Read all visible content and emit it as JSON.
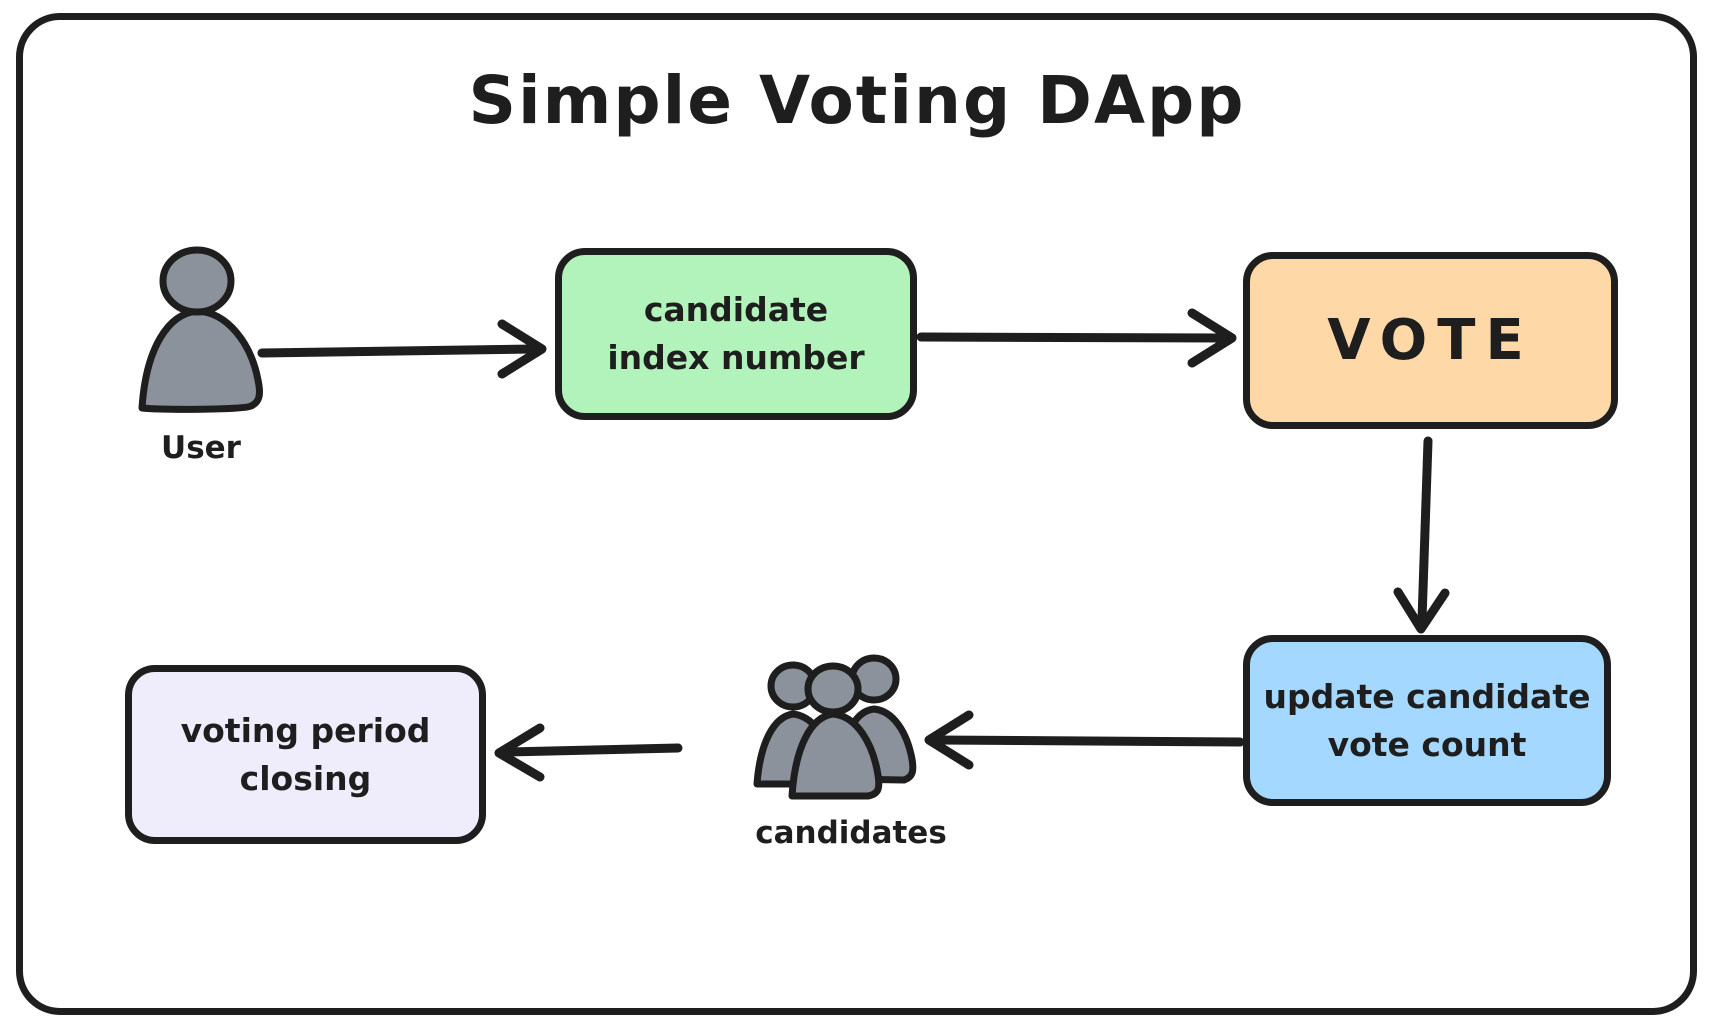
{
  "diagram": {
    "title": "Simple Voting DApp",
    "actors": {
      "user": {
        "label": "User",
        "icon": "person-icon",
        "fill": "#8b929b"
      },
      "candidates": {
        "label": "candidates",
        "icon": "people-group-icon",
        "fill": "#8b929b"
      }
    },
    "nodes": {
      "candidate_index": {
        "label": "candidate\nindex number",
        "fill": "#b2f2bb"
      },
      "vote": {
        "label": "VOTE",
        "fill": "#ffd8a8"
      },
      "update_count": {
        "label": "update candidate\nvote count",
        "fill": "#a5d8ff"
      },
      "voting_period": {
        "label": "voting period\nclosing",
        "fill": "#efedfc"
      }
    },
    "flow": [
      {
        "from": "User",
        "to": "candidate index number"
      },
      {
        "from": "candidate index number",
        "to": "VOTE"
      },
      {
        "from": "VOTE",
        "to": "update candidate vote count"
      },
      {
        "from": "update candidate vote count",
        "to": "candidates"
      },
      {
        "from": "candidates",
        "to": "voting period closing"
      }
    ],
    "colors": {
      "stroke": "#1e1e1e",
      "actor_fill": "#8b929b",
      "background": "#ffffff"
    }
  }
}
